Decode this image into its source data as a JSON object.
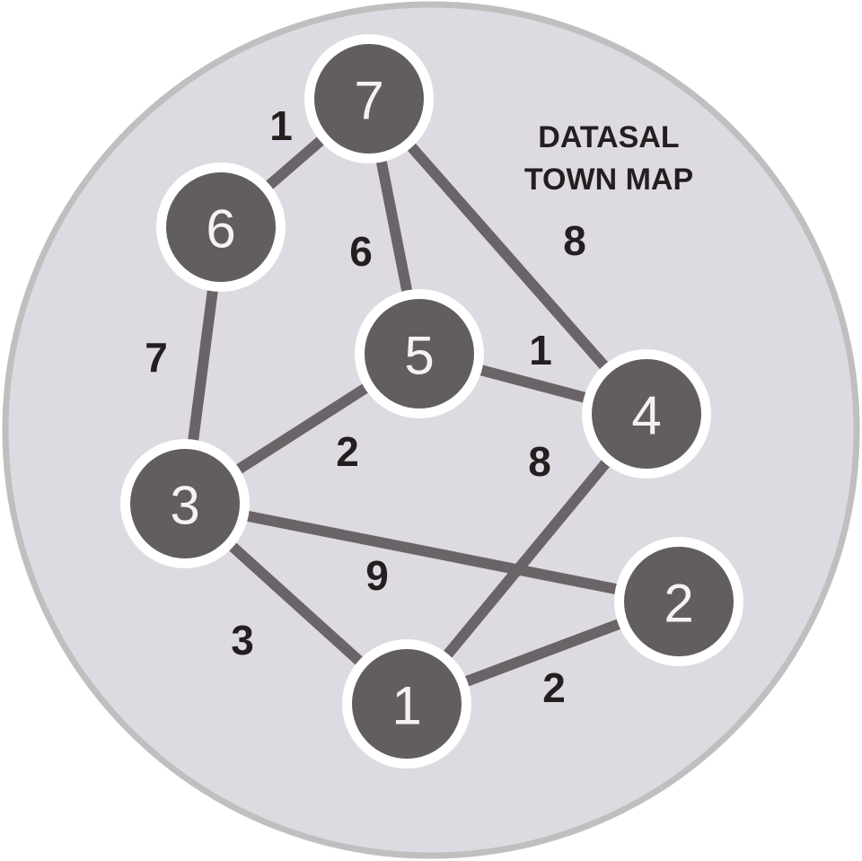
{
  "title": {
    "line1": "DATASAL",
    "line2": "TOWN MAP"
  },
  "colors": {
    "disc_fill": "#dedae1",
    "disc_border": "#bfbfbf",
    "edge": "#6a6468",
    "node_fill": "#625d60",
    "node_ring": "#ffffff",
    "node_text": "#f4f2f5",
    "text": "#231f20"
  },
  "nodes": [
    {
      "id": "1",
      "label": "1"
    },
    {
      "id": "2",
      "label": "2"
    },
    {
      "id": "3",
      "label": "3"
    },
    {
      "id": "4",
      "label": "4"
    },
    {
      "id": "5",
      "label": "5"
    },
    {
      "id": "6",
      "label": "6"
    },
    {
      "id": "7",
      "label": "7"
    }
  ],
  "edges": [
    {
      "from": "7",
      "to": "6",
      "weight": "1"
    },
    {
      "from": "7",
      "to": "5",
      "weight": "6"
    },
    {
      "from": "7",
      "to": "4",
      "weight": "8"
    },
    {
      "from": "6",
      "to": "3",
      "weight": "7"
    },
    {
      "from": "5",
      "to": "4",
      "weight": "1"
    },
    {
      "from": "5",
      "to": "3",
      "weight": "2"
    },
    {
      "from": "4",
      "to": "1",
      "weight": "8"
    },
    {
      "from": "3",
      "to": "2",
      "weight": "9"
    },
    {
      "from": "3",
      "to": "1",
      "weight": "3"
    },
    {
      "from": "1",
      "to": "2",
      "weight": "2"
    }
  ]
}
